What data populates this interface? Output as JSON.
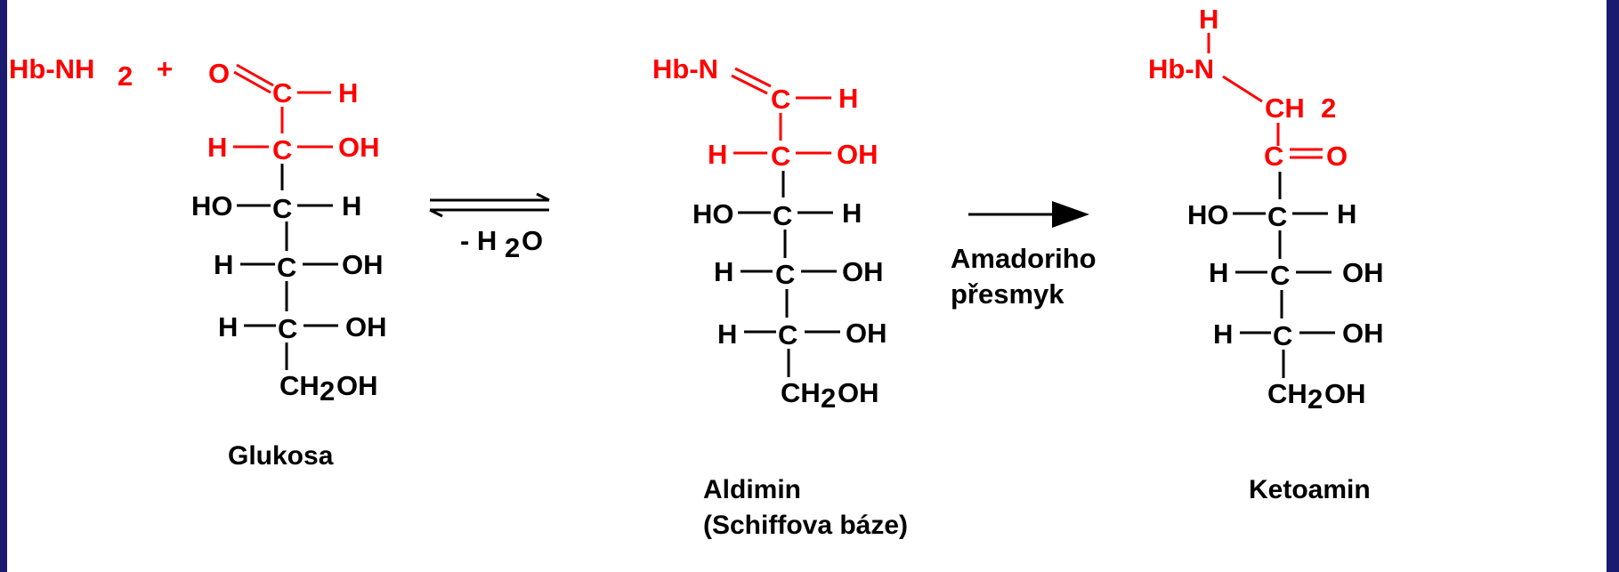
{
  "colors": {
    "highlight": "#ff0000",
    "normal": "#000000",
    "frame": "#1a1a6e"
  },
  "atoms": {
    "hb_nh": "Hb-NH",
    "sub2": "2",
    "plus": "+",
    "hb_n": "Hb-N",
    "o": "O",
    "c": "C",
    "h": "H",
    "oh": "OH",
    "ho": "HO",
    "ch2oh": "CH",
    "oh_tail": "OH",
    "ch": "CH"
  },
  "reaction1": {
    "condition": "- H",
    "condition_sub": "2",
    "condition_tail": "O"
  },
  "reaction2": {
    "line1": "Amadoriho",
    "line2": "přesmyk"
  },
  "labels": {
    "glucose": "Glukosa",
    "aldimine_1": "Aldimin",
    "aldimine_2": "(Schiffova báze)",
    "ketoamine": "Ketoamin"
  }
}
